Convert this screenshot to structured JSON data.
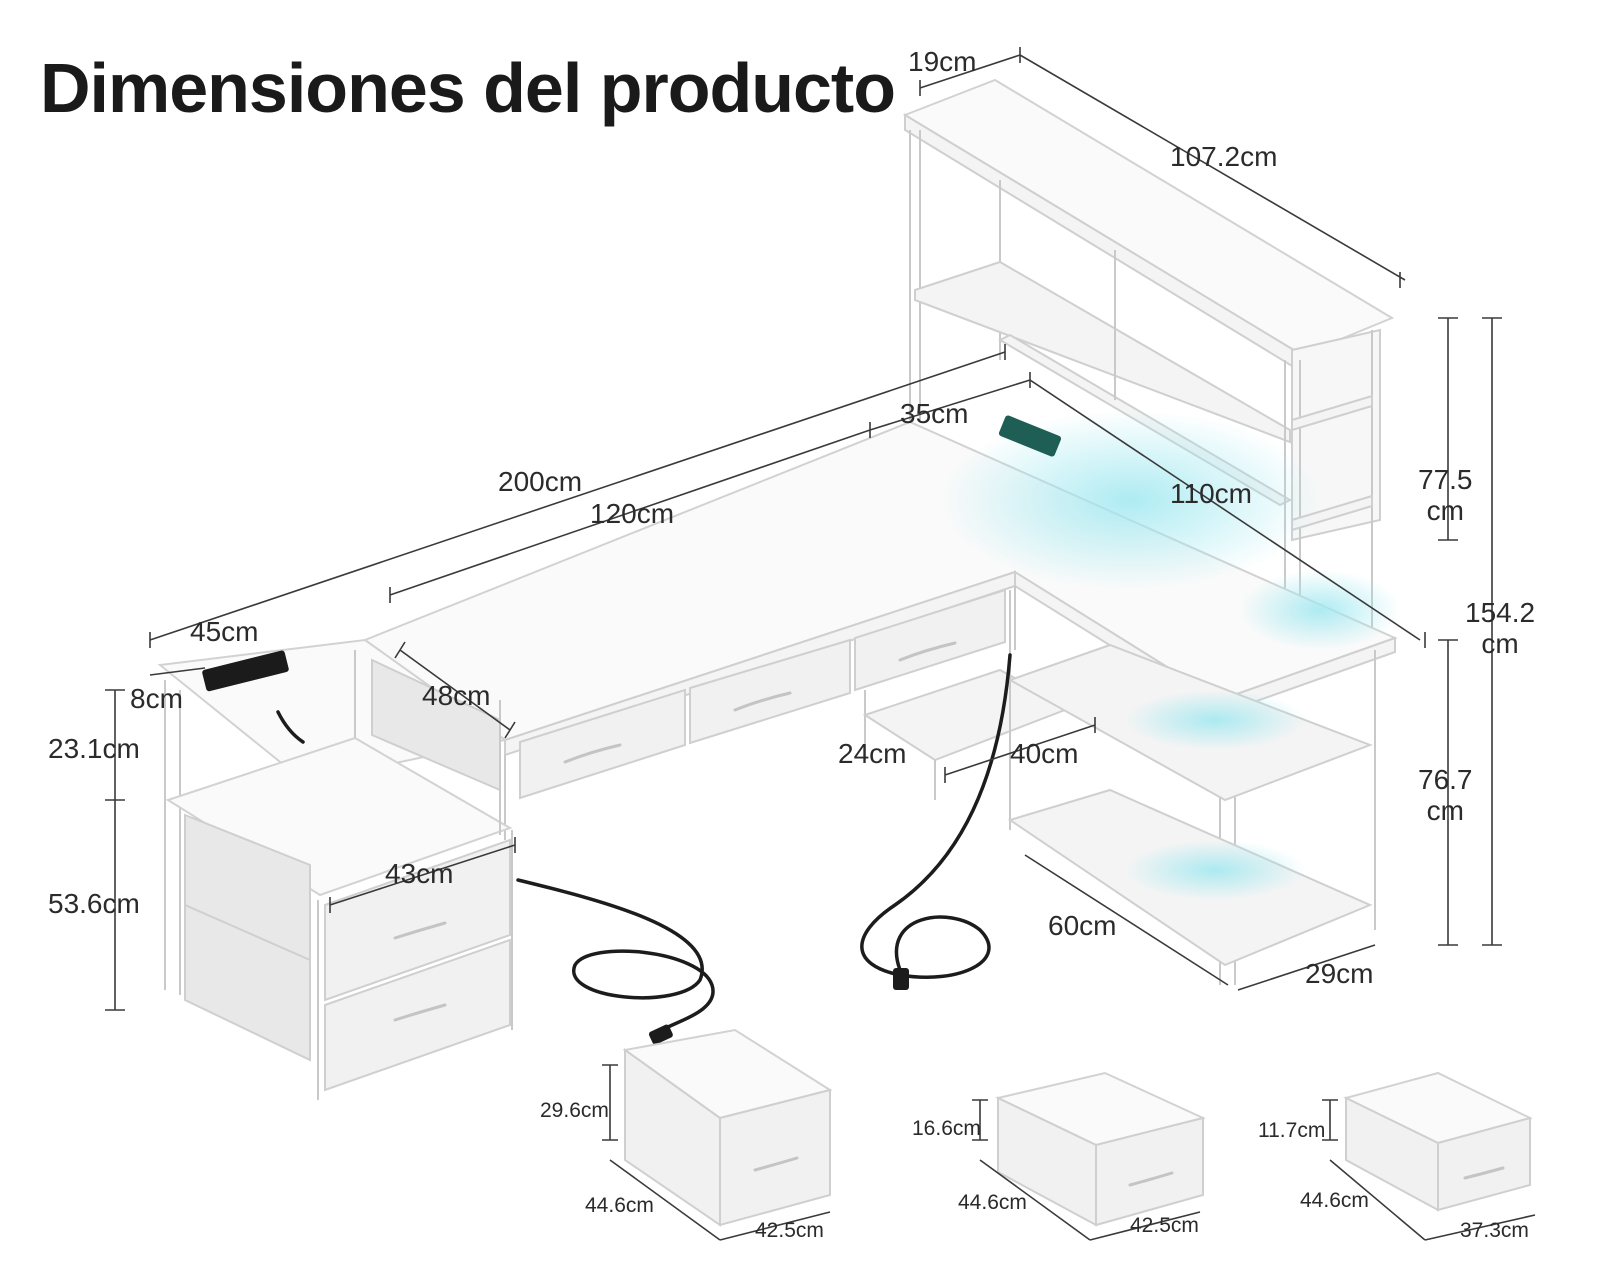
{
  "title": "Dimensiones del producto",
  "dimensions": {
    "hutch_depth": "19cm",
    "hutch_width": "107.2cm",
    "hutch_height": "77.5\ncm",
    "total_height": "154.2\ncm",
    "desk_height": "76.7\ncm",
    "total_length": "200cm",
    "main_length": "120cm",
    "corner_depth": "35cm",
    "return_length": "110cm",
    "left_top_width": "45cm",
    "left_shelf_gap": "8cm",
    "left_upper_height": "23.1cm",
    "left_lower_height": "53.6cm",
    "left_depth": "48cm",
    "cabinet_width": "43cm",
    "footrest_depth": "24cm",
    "footrest_width": "40cm",
    "right_base_depth": "60cm",
    "right_base_width": "29cm"
  },
  "drawers": [
    {
      "height": "29.6cm",
      "depth": "44.6cm",
      "width": "42.5cm"
    },
    {
      "height": "16.6cm",
      "depth": "44.6cm",
      "width": "42.5cm"
    },
    {
      "height": "11.7cm",
      "depth": "44.6cm",
      "width": "37.3cm"
    }
  ],
  "colors": {
    "furniture": "#f4f4f4",
    "led_glow": "#9fe8f0",
    "power_strip": "#1f5e55",
    "cable": "#1c1c1c"
  }
}
